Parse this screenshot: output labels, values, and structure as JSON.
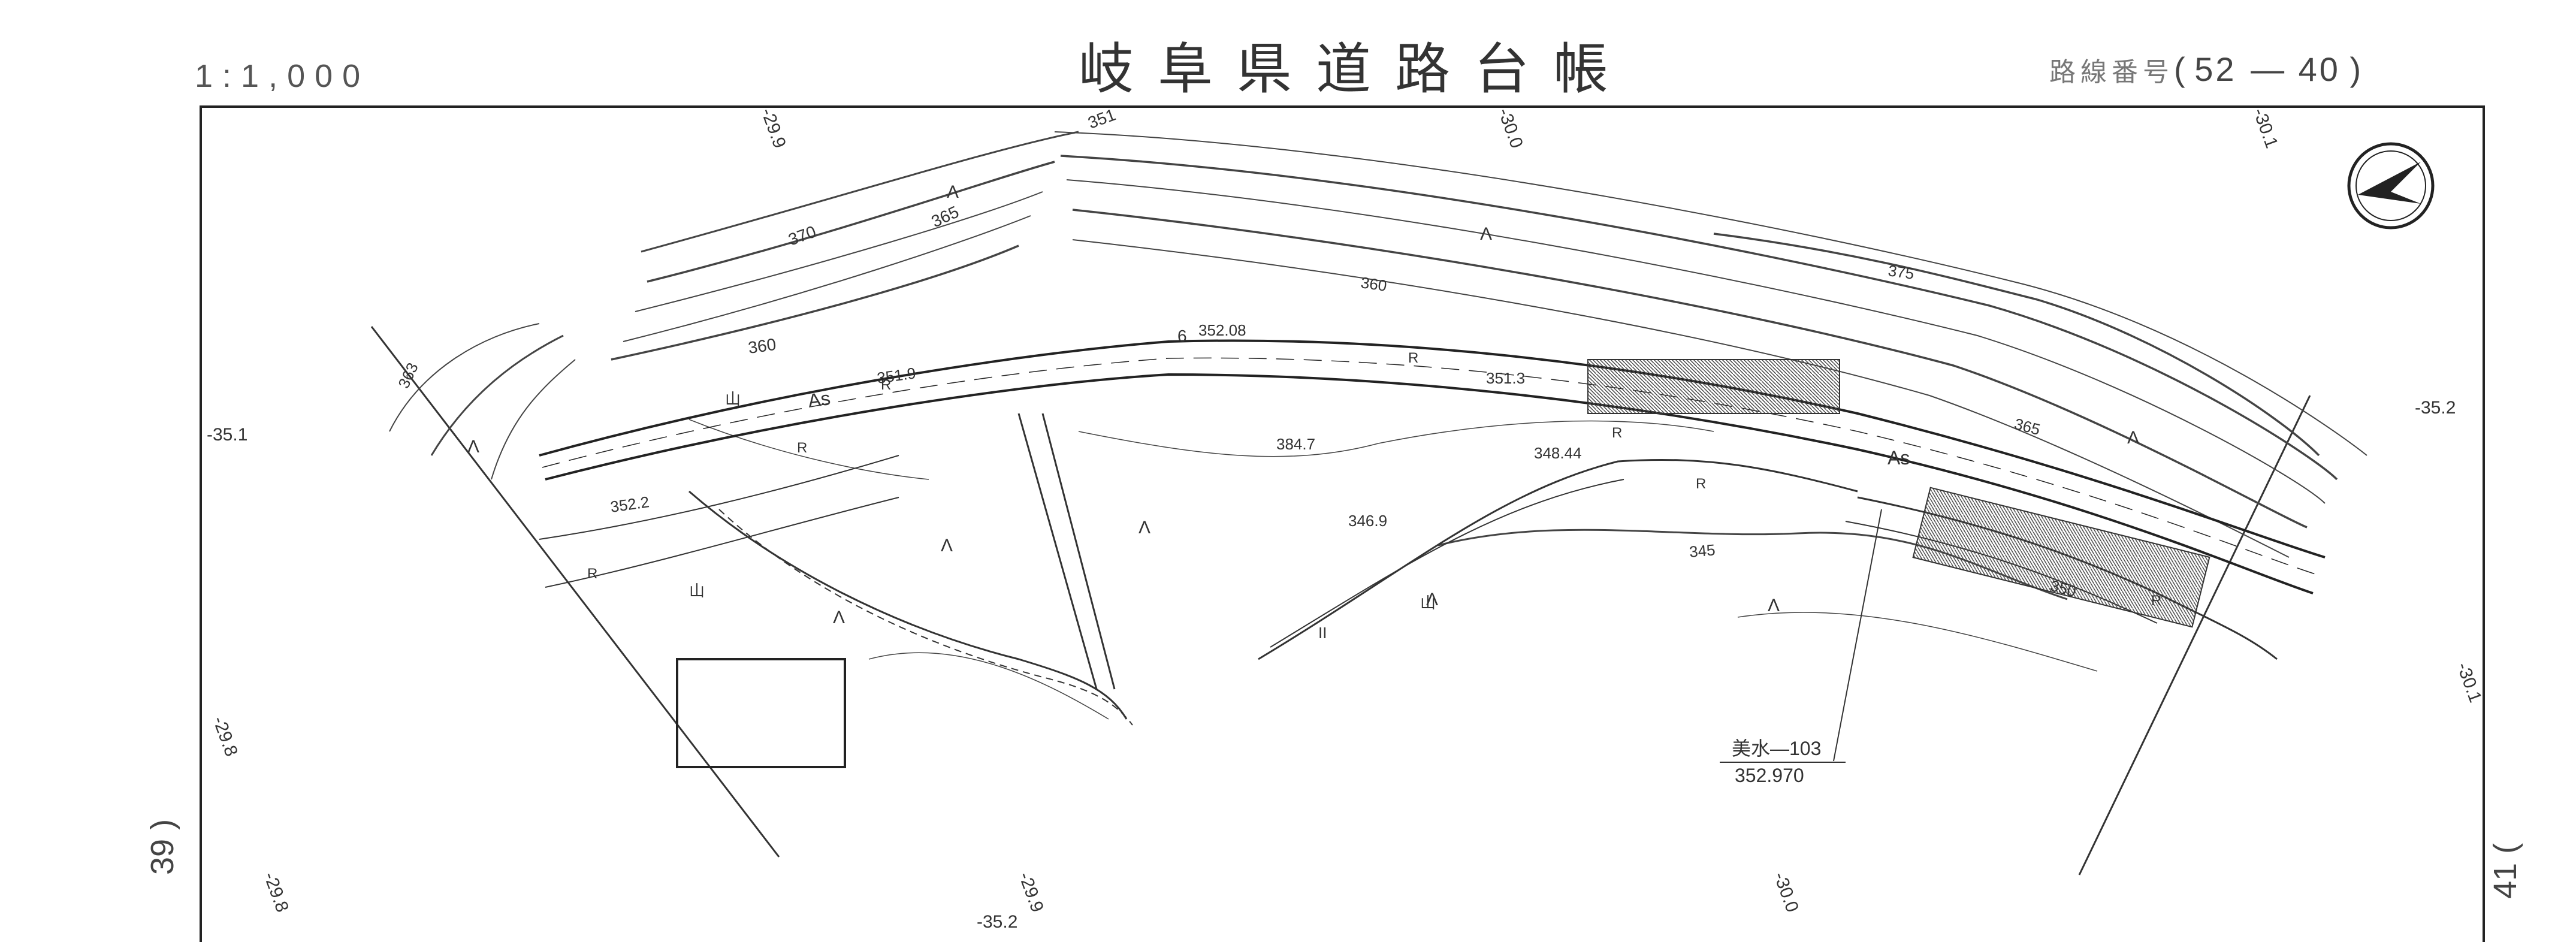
{
  "header": {
    "scale": "1:1,000",
    "title": "岐阜県道路台帳",
    "route_label": "路線番号",
    "route_open": "(",
    "route_a": "52",
    "route_dash": "—",
    "route_b": "40",
    "route_close": ")"
  },
  "page_refs": {
    "left": "39 )",
    "right": "41 ("
  },
  "map": {
    "contour_labels": [
      "370",
      "365",
      "360",
      "351",
      "375",
      "365",
      "363",
      "350",
      "345",
      "360"
    ],
    "grid_refs": [
      "-29.9",
      "-30.0",
      "-30.1",
      "-35.1",
      "-35.2",
      "-29.8",
      "-29.8",
      "-35.2",
      "-29.9",
      "-30.0",
      "-30.1"
    ],
    "elevations": [
      "351.9",
      "352.08",
      "351.3",
      "348.44",
      "384.7",
      "346.9",
      "352.2"
    ],
    "surface_labels": [
      "As",
      "As"
    ],
    "benchmark": {
      "name": "美水—103",
      "value": "352.970"
    },
    "road_marks": [
      "R",
      "R",
      "R",
      "R",
      "R",
      "R",
      "R"
    ],
    "misc_marks": [
      "6"
    ],
    "vegetation_marks": [
      "Λ",
      "Λ",
      "Λ",
      "Λ",
      "Λ",
      "Λ",
      "Λ",
      "Λ",
      "Λ"
    ],
    "field_marks": [
      "山",
      "山",
      "山"
    ],
    "legend_marks": [
      "II"
    ]
  }
}
